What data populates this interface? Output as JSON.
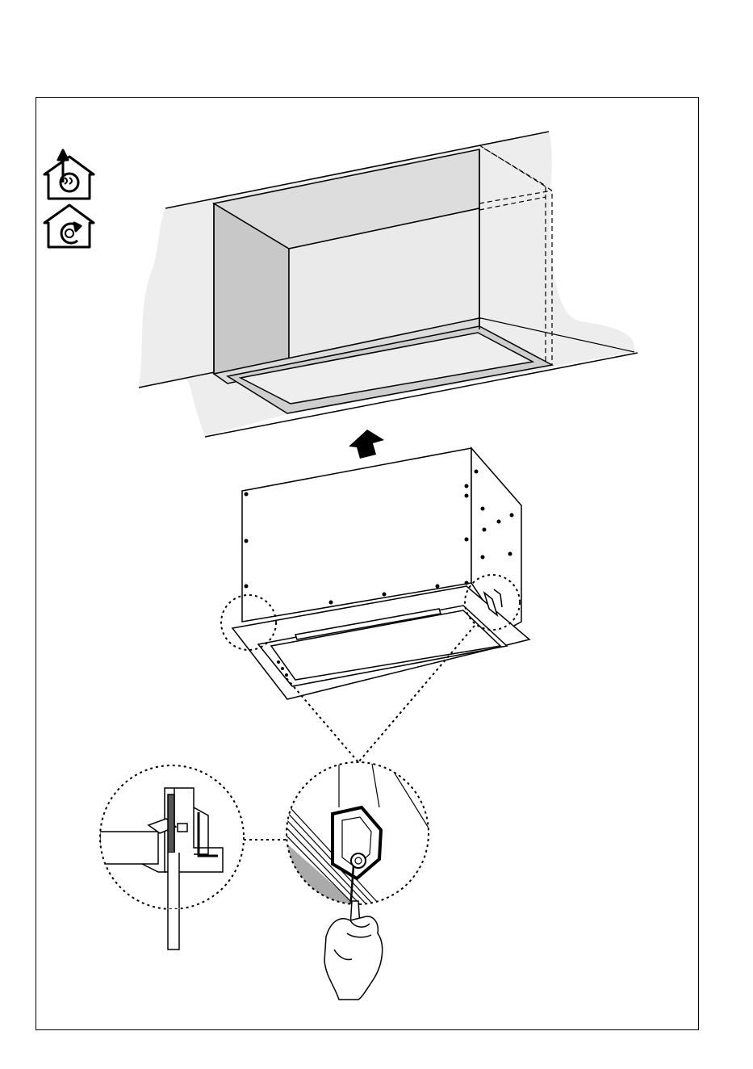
{
  "document": {
    "type": "installation-instruction-diagram",
    "mode_icons": [
      {
        "name": "ducted-extraction-icon"
      },
      {
        "name": "recirculation-icon"
      }
    ],
    "callouts": [
      {
        "name": "left-bracket-detail-callout"
      },
      {
        "name": "screw-fixing-detail-callout"
      }
    ],
    "colors": {
      "line": "#000000",
      "cabinet_side_fill": "#c8c8c8",
      "cabinet_back_fill": "#eaeaea",
      "cabinet_top_fill": "#dddddd",
      "wall_fill": "#ededed",
      "arrow_fill": "#000000"
    }
  }
}
